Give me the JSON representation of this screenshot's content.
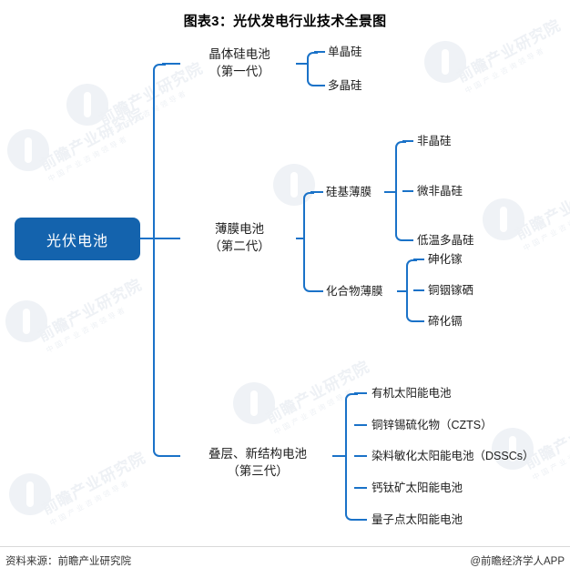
{
  "title": "图表3：光伏发电行业技术全景图",
  "colors": {
    "root_fill": "#1463ad",
    "root_text": "#ffffff",
    "connector": "#1a72c8",
    "body_text": "#1c1c1c",
    "watermark": "#eef1f5"
  },
  "root": {
    "label": "光伏电池"
  },
  "branches": [
    {
      "id": "crystalline",
      "line1": "晶体硅电池",
      "line2": "（第一代）",
      "children": [
        {
          "label": "单晶硅"
        },
        {
          "label": "多晶硅"
        }
      ]
    },
    {
      "id": "thin-film",
      "line1": "薄膜电池",
      "line2": "（第二代）",
      "groups": [
        {
          "label": "硅基薄膜",
          "children": [
            {
              "label": "非晶硅"
            },
            {
              "label": "微非晶硅"
            },
            {
              "label": "低温多晶硅"
            }
          ]
        },
        {
          "label": "化合物薄膜",
          "children": [
            {
              "label": "砷化镓"
            },
            {
              "label": "铜铟镓硒"
            },
            {
              "label": "碲化镉"
            }
          ]
        }
      ]
    },
    {
      "id": "tandem-new-structure",
      "line1": "叠层、新结构电池",
      "line2": "（第三代）",
      "children": [
        {
          "label": "有机太阳能电池"
        },
        {
          "label": "铜锌锡硫化物（CZTS）"
        },
        {
          "label": "染料敏化太阳能电池（DSSCs）"
        },
        {
          "label": "钙钛矿太阳能电池"
        },
        {
          "label": "量子点太阳能电池"
        }
      ]
    }
  ],
  "footer": {
    "source": "资料来源：前瞻产业研究院",
    "brand": "@前瞻经济学人APP"
  },
  "watermark": {
    "text": "前瞻产业研究院",
    "subtext": "中国产业咨询领导者"
  }
}
